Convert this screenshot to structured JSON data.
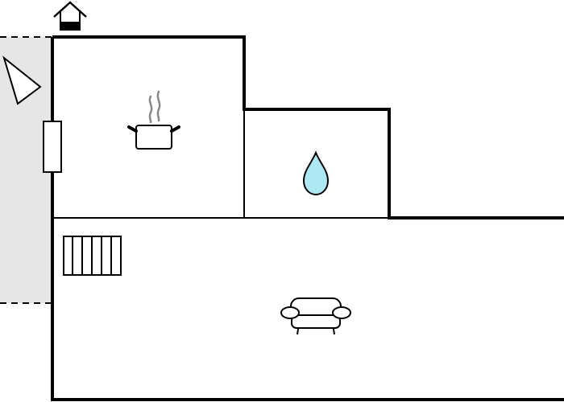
{
  "plan": {
    "rooms": [
      {
        "id": "kitchen",
        "icon": "cooking-pot-icon"
      },
      {
        "id": "bathroom",
        "icon": "water-drop-icon"
      },
      {
        "id": "living-room",
        "icon": "sofa-icon"
      }
    ],
    "features": [
      {
        "id": "entrance",
        "icon": "house-entrance-icon"
      },
      {
        "id": "window",
        "icon": "window-icon"
      },
      {
        "id": "stairs",
        "icon": "stairs-icon"
      },
      {
        "id": "terrace",
        "icon": "terrace-area"
      },
      {
        "id": "compass",
        "icon": "north-arrow-icon"
      }
    ],
    "colors": {
      "wall": "#000000",
      "terrace": "#e6e6e6",
      "water": "#aee8f2",
      "steam": "#888888",
      "background": "#ffffff"
    }
  }
}
